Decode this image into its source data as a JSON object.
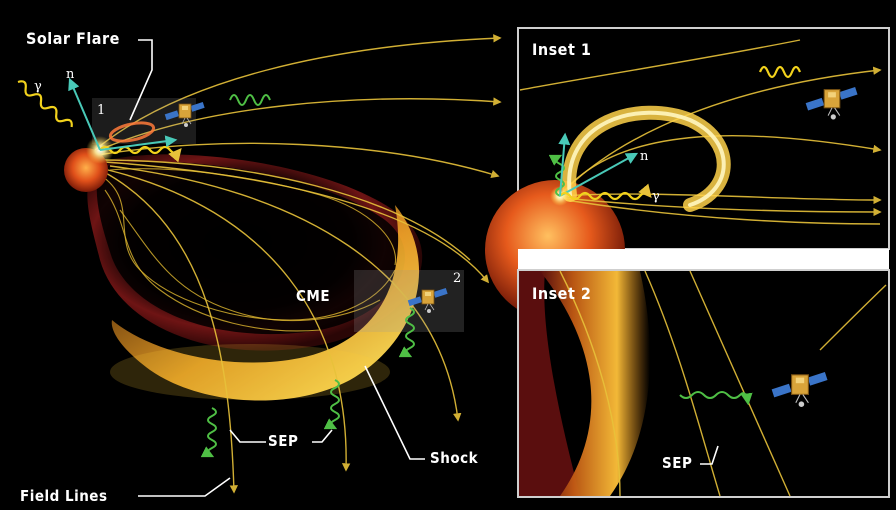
{
  "labels": {
    "solar_flare": "Solar Flare",
    "cme": "CME",
    "shock": "Shock",
    "sep": "SEP",
    "field_lines": "Field Lines",
    "inset1_title": "Inset 1",
    "inset2_title": "Inset 2",
    "inset1_marker": "1",
    "inset2_marker": "2",
    "gamma": "γ",
    "neutron": "n",
    "inset1_neutron": "n",
    "inset1_gamma": "γ",
    "inset2_sep": "SEP"
  },
  "colors": {
    "background": "#000000",
    "field_line": "#e8c23a",
    "sep_particle": "#4fbf45",
    "gamma_ray": "#f2d21c",
    "neutron_ray": "#49c9b8",
    "shock_front": "#ffcf3a",
    "cme_loop": "#8a1b1b",
    "sun": "#e0501a"
  },
  "icons": {
    "spacecraft": "satellite-icon",
    "sun": "sun-icon"
  }
}
